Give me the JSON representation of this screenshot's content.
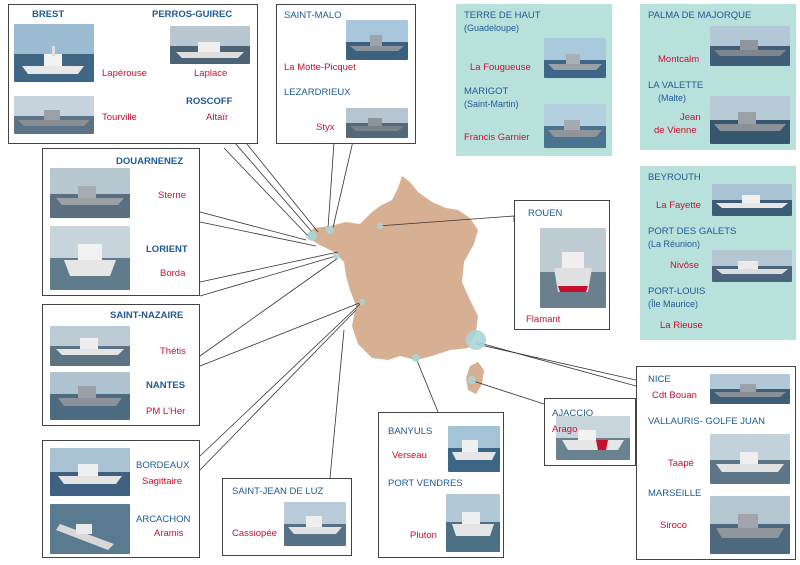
{
  "colors": {
    "land": "#d7b094",
    "panel_teal": "#b9e1dc",
    "port_label": "#1e5a94",
    "ship_label": "#c8102e",
    "sea_dot": "#a9d6da"
  },
  "groups": {
    "brest": {
      "port1": "BREST",
      "port2": "PERROS-GUIREC",
      "port3": "ROSCOFF",
      "ship1": "Lapérouse",
      "ship2": "Laplace",
      "ship3": "Tourville",
      "ship4": "Altaïr"
    },
    "saint_malo": {
      "port1": "SAINT-MALO",
      "port2": "LEZARDRIEUX",
      "ship1": "La Motte-Picquet",
      "ship2": "Styx"
    },
    "antilles": {
      "port1": "TERRE DE HAUT",
      "port1_sub": "(Guadeloupe)",
      "port2": "MARIGOT",
      "port2_sub": "(Saint-Martin)",
      "ship1": "La Fougueuse",
      "ship2": "Francis Garnier"
    },
    "mediterranee": {
      "port1": "PALMA DE MAJORQUE",
      "port2": "LA VALETTE",
      "port2_sub": "(Malte)",
      "ship1": "Montcalm",
      "ship2a": "Jean",
      "ship2b": "de Vienne"
    },
    "douarnenez": {
      "port1": "DOUARNENEZ",
      "port2": "LORIENT",
      "ship1": "Sterne",
      "ship2": "Borda"
    },
    "rouen": {
      "port1": "ROUEN",
      "ship1": "Flamant"
    },
    "ocean_indien": {
      "port1": "BEYROUTH",
      "port2": "PORT DES GALETS",
      "port2_sub": "(La Réunion)",
      "port3": "PORT-LOUIS",
      "port3_sub": "(Île Maurice)",
      "ship1": "La Fayette",
      "ship2": "Nivôse",
      "ship3": "La Rieuse"
    },
    "saint_nazaire": {
      "port1": "SAINT-NAZAIRE",
      "port2": "NANTES",
      "ship1": "Thétis",
      "ship2": "PM L'Her"
    },
    "nice": {
      "port1": "NICE",
      "port2": "VALLAURIS- GOLFE JUAN",
      "port3": "MARSEILLE",
      "ship1": "Cdt Bouan",
      "ship2": "Taapé",
      "ship3": "Siroco"
    },
    "ajaccio": {
      "port1": "AJACCIO",
      "ship1": "Arago"
    },
    "banyuls": {
      "port1": "BANYULS",
      "port2": "PORT VENDRES",
      "ship1": "Verseau",
      "ship2": "Pluton"
    },
    "bordeaux": {
      "port1": "BORDEAUX",
      "port2": "ARCACHON",
      "ship1": "Sagittaire",
      "ship2": "Aramis"
    },
    "saint_jean": {
      "port1": "SAINT-JEAN DE LUZ",
      "ship1": "Cassiopée"
    }
  }
}
